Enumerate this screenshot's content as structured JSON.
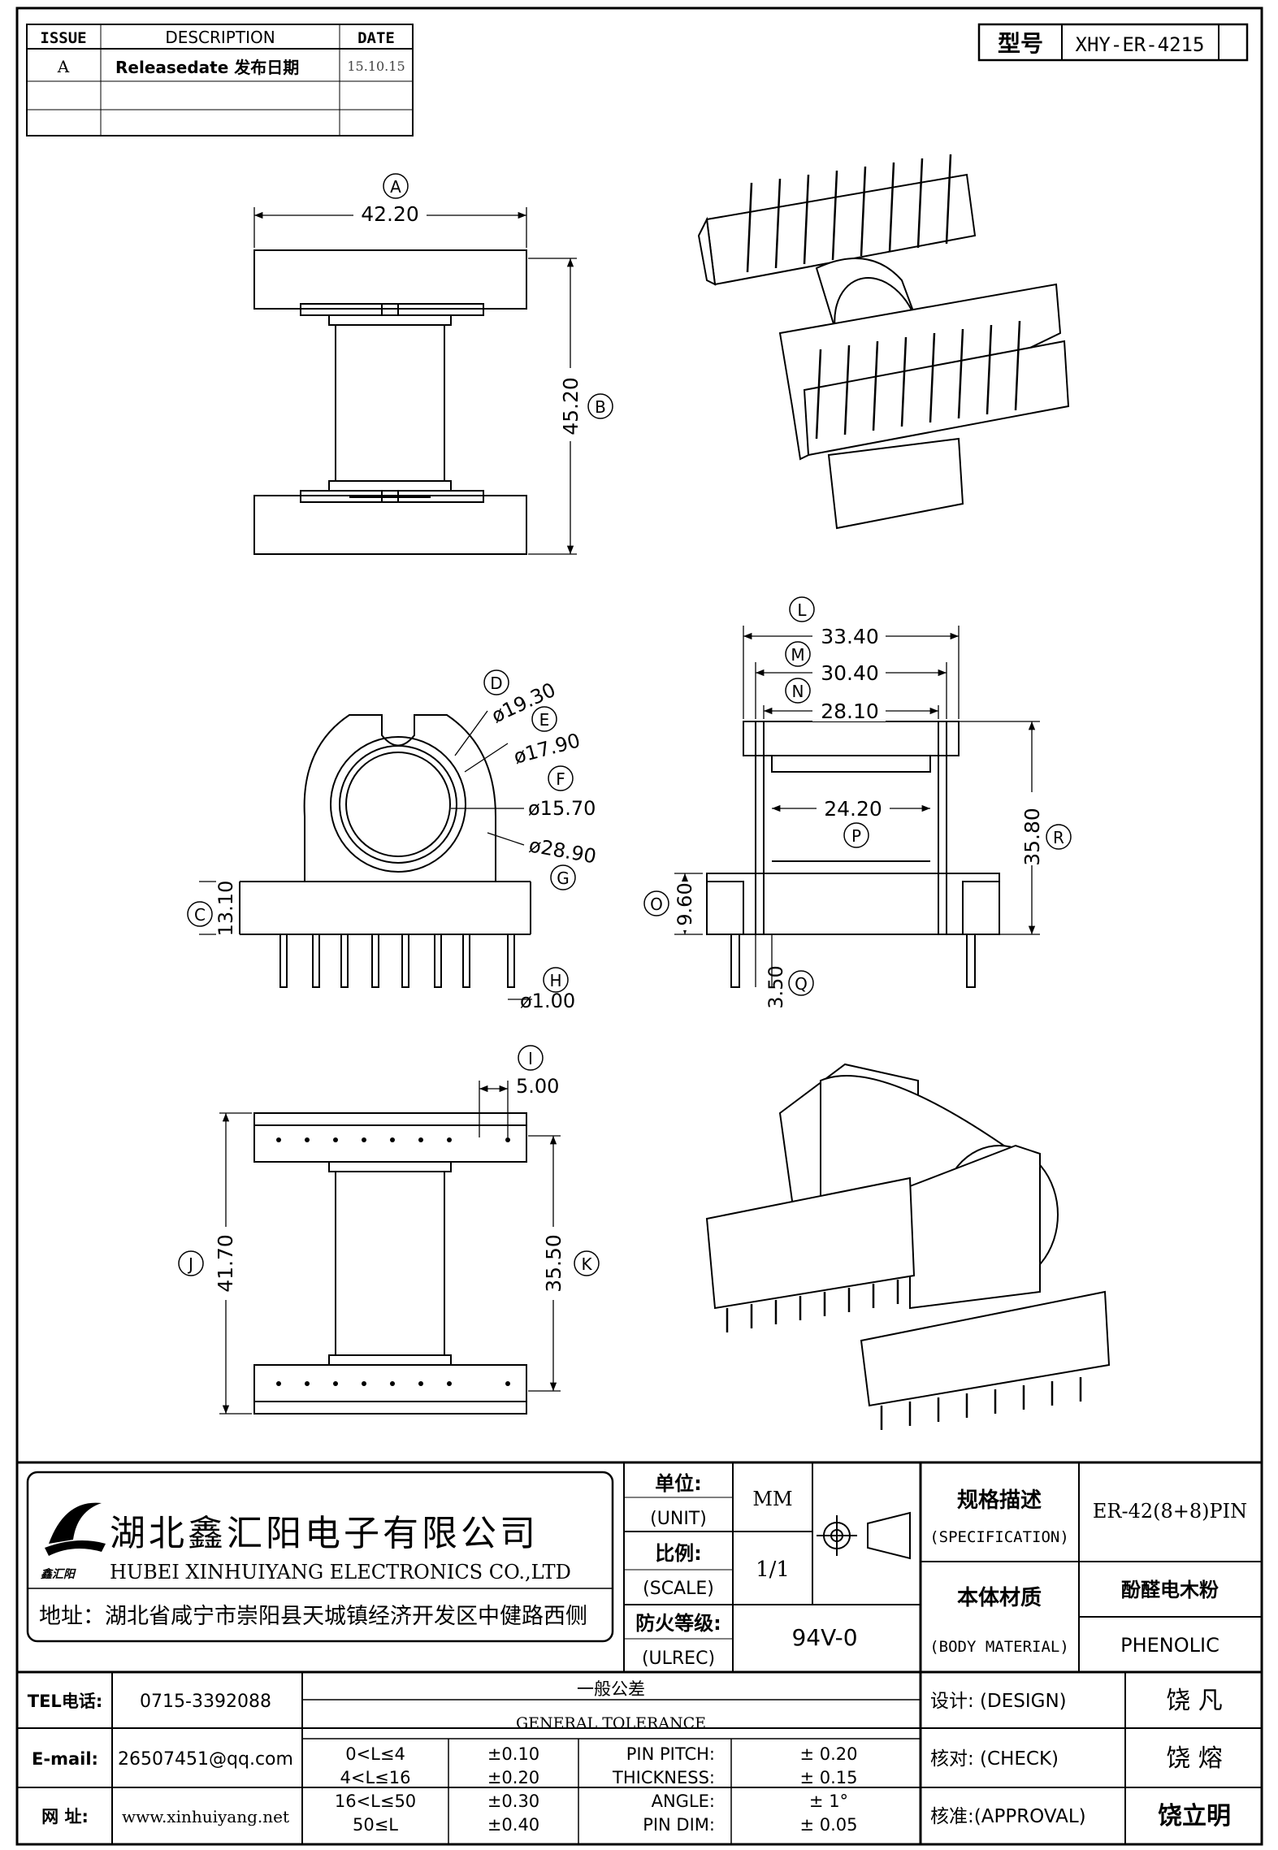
{
  "revision_table": {
    "headers": [
      "ISSUE",
      "DESCRIPTION",
      "DATE"
    ],
    "rows": [
      [
        "A",
        "Releasedate 发布日期",
        "15.10.15"
      ],
      [
        "",
        "",
        ""
      ],
      [
        "",
        "",
        ""
      ]
    ]
  },
  "model": {
    "label": "型号",
    "value": "XHY-ER-4215"
  },
  "top_view": {
    "A": {
      "letter": "A",
      "value": "42.20"
    },
    "B": {
      "letter": "B",
      "value": "45.20"
    }
  },
  "front_view": {
    "D": {
      "letter": "D",
      "value": "ø19.30"
    },
    "E": {
      "letter": "E",
      "value": "ø17.90"
    },
    "F": {
      "letter": "F",
      "value": "ø15.70"
    },
    "G": {
      "letter": "G",
      "value": "ø28.90"
    },
    "C": {
      "letter": "C",
      "value": "13.10"
    },
    "H": {
      "letter": "H",
      "value": "ø1.00"
    }
  },
  "side_view": {
    "L": {
      "letter": "L",
      "value": "33.40"
    },
    "M": {
      "letter": "M",
      "value": "30.40"
    },
    "N": {
      "letter": "N",
      "value": "28.10"
    },
    "P": {
      "letter": "P",
      "value": "24.20"
    },
    "R": {
      "letter": "R",
      "value": "35.80"
    },
    "O": {
      "letter": "O",
      "value": "9.60"
    },
    "Q": {
      "letter": "Q",
      "value": "3.50"
    }
  },
  "bottom_view": {
    "I": {
      "letter": "I",
      "value": "5.00"
    },
    "J": {
      "letter": "J",
      "value": "41.70"
    },
    "K": {
      "letter": "K",
      "value": "35.50"
    }
  },
  "company": {
    "name_cn": "湖北鑫汇阳电子有限公司",
    "name_en": "HUBEI XINHUIYANG ELECTRONICS CO.,LTD",
    "logo_text": "鑫汇阳",
    "address": "地址：湖北省咸宁市崇阳县天城镇经济开发区中健路西侧"
  },
  "unit": {
    "label_cn": "单位:",
    "label_en": "(UNIT)",
    "value": "MM"
  },
  "scale": {
    "label_cn": "比例:",
    "label_en": "(SCALE)",
    "value": "1/1"
  },
  "flame": {
    "label_cn": "防火等级:",
    "label_en": "(ULREC)",
    "value": "94V-0"
  },
  "spec": {
    "label_cn": "规格描述",
    "label_en": "(SPECIFICATION)",
    "value": "ER-42(8+8)PIN"
  },
  "material": {
    "label_cn": "本体材质",
    "label_en": "(BODY MATERIAL)",
    "value_cn": "酚醛电木粉",
    "value_en": "PHENOLIC"
  },
  "contact": {
    "tel_label": "TEL电话:",
    "tel": "0715-3392088",
    "email_label": "E-mail:",
    "email": "26507451@qq.com",
    "web_label": "网  址:",
    "web": "www.xinhuiyang.net"
  },
  "tolerance": {
    "title_cn": "一般公差",
    "title_en": "GENERAL TOLERANCE",
    "rows": [
      {
        "range": "0<L≤4",
        "tol": "±0.10",
        "name": "PIN PITCH:",
        "val": "± 0.20"
      },
      {
        "range": "4<L≤16",
        "tol": "±0.20",
        "name": "THICKNESS:",
        "val": "± 0.15"
      },
      {
        "range": "16<L≤50",
        "tol": "±0.30",
        "name": "ANGLE:",
        "val": "± 1°"
      },
      {
        "range": "50≤L",
        "tol": "±0.40",
        "name": "PIN DIM:",
        "val": "± 0.05"
      }
    ]
  },
  "signoff": {
    "design_label": "设计: (DESIGN)",
    "design_name": "饶 凡",
    "check_label": "核对: (CHECK)",
    "check_name": "饶 熔",
    "approval_label": "核准:(APPROVAL)",
    "approval_name": "饶立明"
  }
}
